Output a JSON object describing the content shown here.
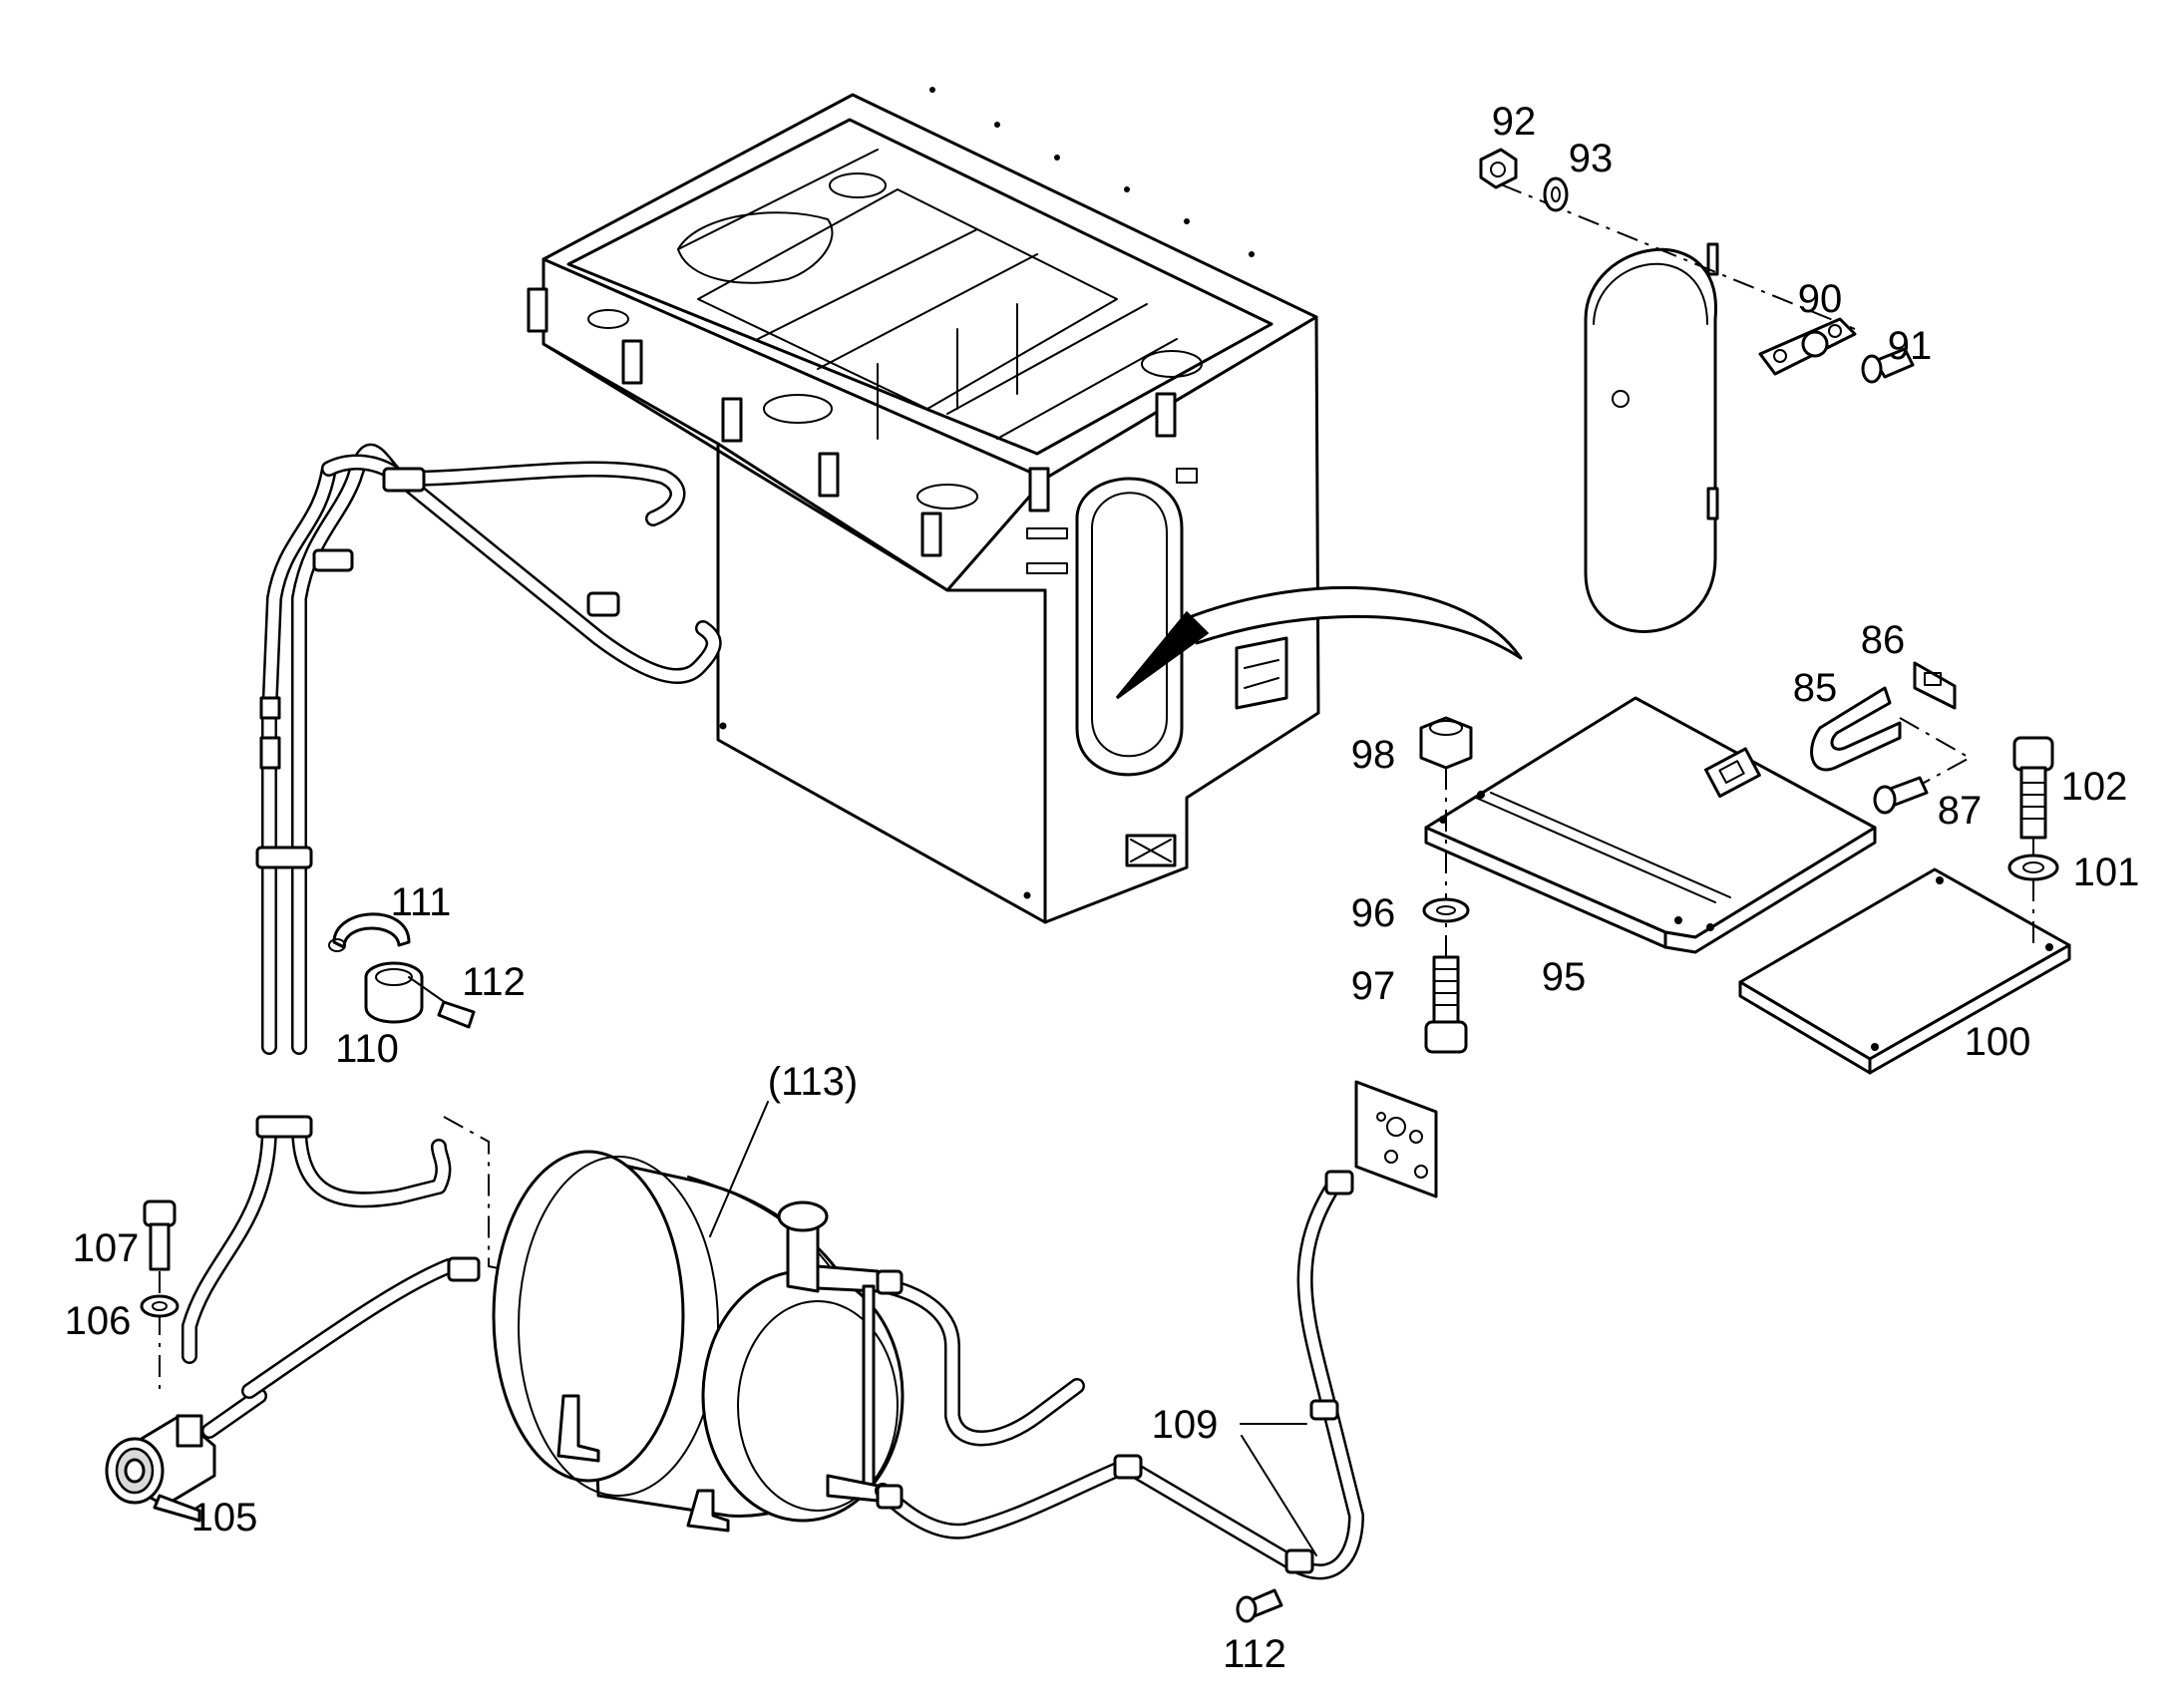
{
  "figure": {
    "labels": {
      "p85": "85",
      "p86": "86",
      "p87": "87",
      "p90": "90",
      "p91": "91",
      "p92": "92",
      "p93": "93",
      "p95": "95",
      "p96": "96",
      "p97": "97",
      "p98": "98",
      "p100": "100",
      "p101": "101",
      "p102": "102",
      "p105": "105",
      "p106": "106",
      "p107": "107",
      "p109": "109",
      "p110": "110",
      "p111": "111",
      "p112a": "112",
      "p112b": "112",
      "p113": "(113)"
    }
  }
}
